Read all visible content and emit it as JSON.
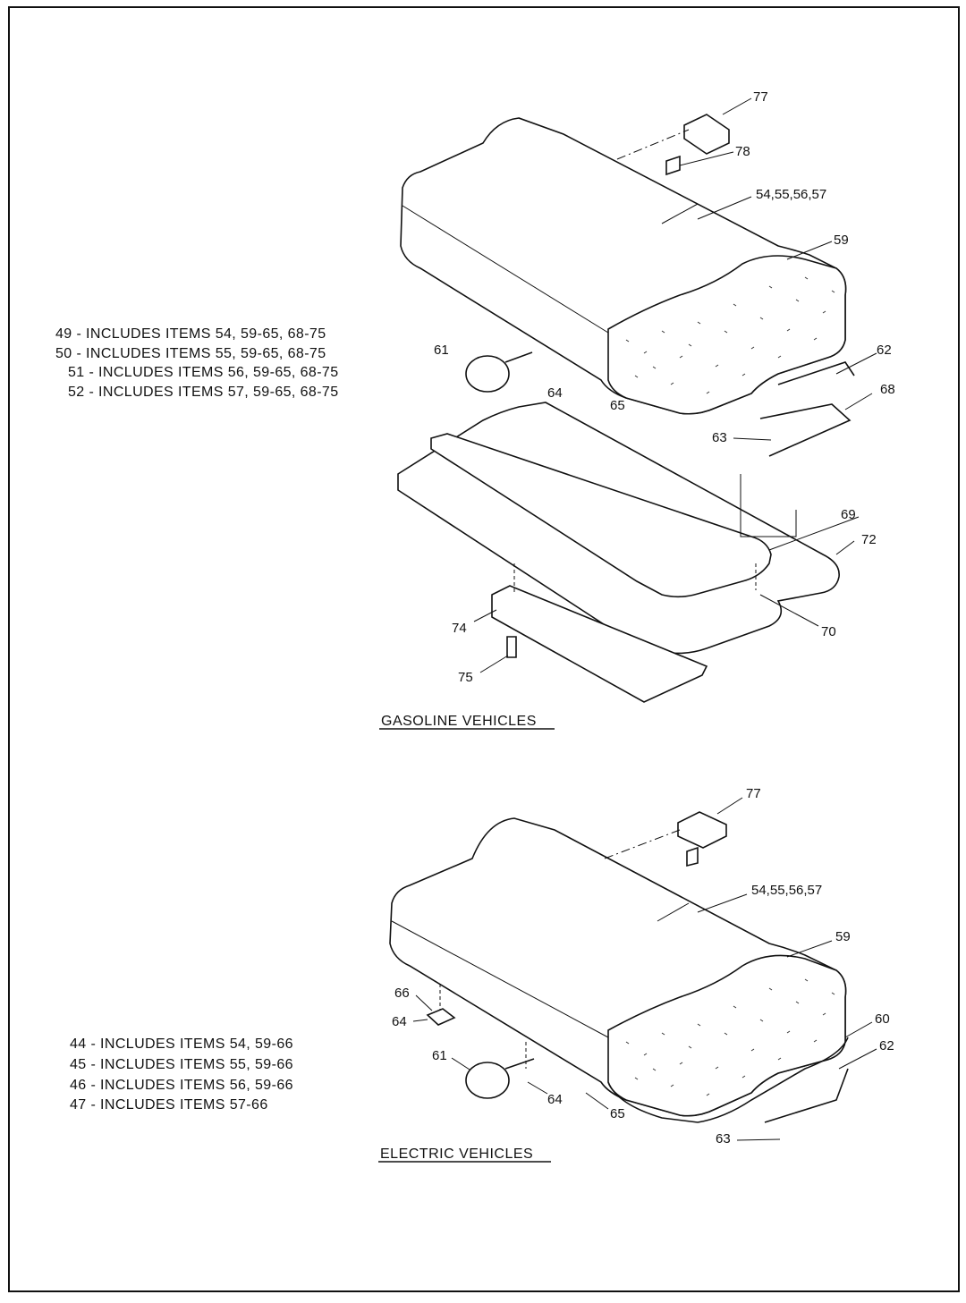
{
  "gasoline": {
    "caption": "GASOLINE VEHICLES",
    "includes": [
      "49 - INCLUDES ITEMS 54, 59-65, 68-75",
      "50 - INCLUDES ITEMS 55, 59-65, 68-75",
      "51 - INCLUDES ITEMS 56, 59-65, 68-75",
      "52 - INCLUDES ITEMS 57, 59-65, 68-75"
    ],
    "callouts": {
      "c77": "77",
      "c78": "78",
      "c54": "54,55,56,57",
      "c59": "59",
      "c61": "61",
      "c62": "62",
      "c64": "64",
      "c65": "65",
      "c68": "68",
      "c63": "63",
      "c69": "69",
      "c72": "72",
      "c74": "74",
      "c70": "70",
      "c75": "75"
    }
  },
  "electric": {
    "caption": "ELECTRIC VEHICLES",
    "includes": [
      "44 - INCLUDES ITEMS 54, 59-66",
      "45 - INCLUDES ITEMS 55, 59-66",
      "46 - INCLUDES ITEMS 56, 59-66",
      "47 - INCLUDES ITEMS 57-66"
    ],
    "callouts": {
      "c77": "77",
      "c54": "54,55,56,57",
      "c59": "59",
      "c66": "66",
      "c64a": "64",
      "c60": "60",
      "c62": "62",
      "c61": "61",
      "c64b": "64",
      "c65": "65",
      "c63": "63"
    }
  }
}
